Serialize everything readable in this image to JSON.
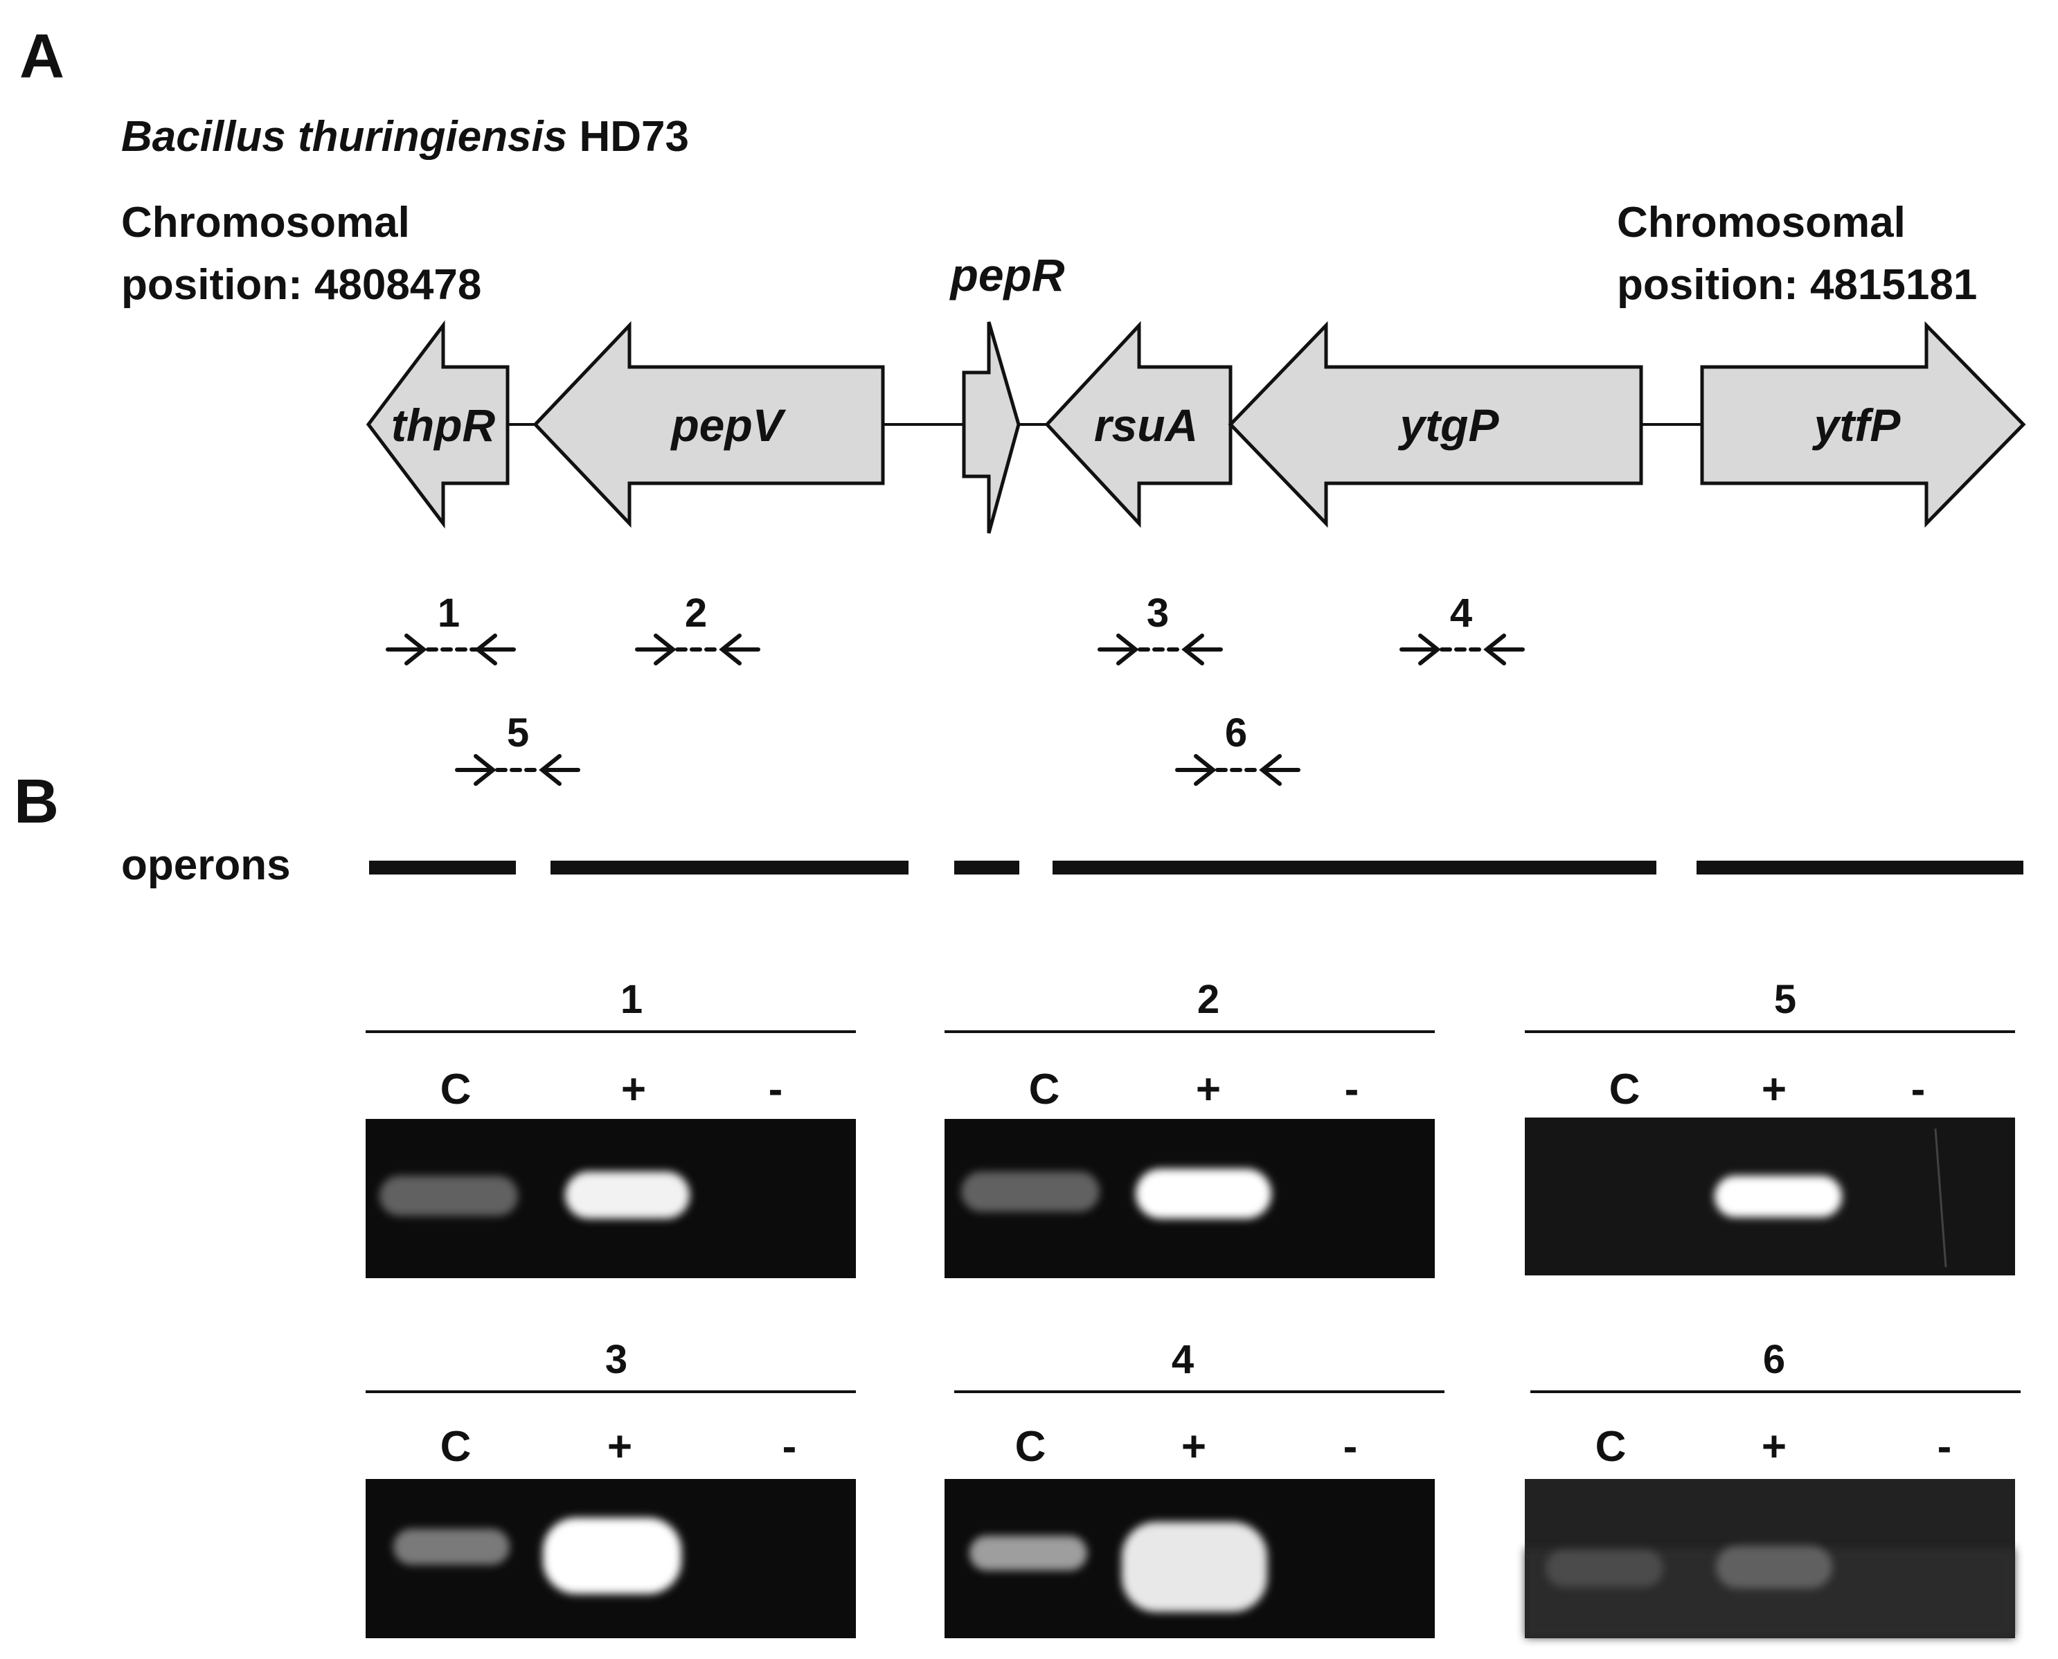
{
  "panel_a_label": "A",
  "panel_b_label": "B",
  "organism": {
    "genus_species": "Bacillus thuringiensis",
    "strain": "HD73"
  },
  "left_position": {
    "line1": "Chromosomal",
    "line2": "position: 4808478"
  },
  "right_position": {
    "line1": "Chromosomal",
    "line2": "position: 4815181"
  },
  "genes": [
    {
      "name": "thpR",
      "strand": "-"
    },
    {
      "name": "pepV",
      "strand": "-"
    },
    {
      "name": "pepR",
      "strand": "+"
    },
    {
      "name": "rsuA",
      "strand": "-"
    },
    {
      "name": "ytgP",
      "strand": "-"
    },
    {
      "name": "ytfP",
      "strand": "+"
    }
  ],
  "primer_pairs": [
    "1",
    "2",
    "3",
    "4",
    "5",
    "6"
  ],
  "operons_label": "operons",
  "gels": [
    {
      "label": "1",
      "lanes": [
        "C",
        "+",
        "-"
      ],
      "band_intensity": [
        0.35,
        0.95,
        0
      ]
    },
    {
      "label": "2",
      "lanes": [
        "C",
        "+",
        "-"
      ],
      "band_intensity": [
        0.35,
        1.0,
        0
      ]
    },
    {
      "label": "5",
      "lanes": [
        "C",
        "+",
        "-"
      ],
      "band_intensity": [
        0,
        1.0,
        0
      ]
    },
    {
      "label": "3",
      "lanes": [
        "C",
        "+",
        "-"
      ],
      "band_intensity": [
        0.45,
        1.0,
        0
      ]
    },
    {
      "label": "4",
      "lanes": [
        "C",
        "+",
        "-"
      ],
      "band_intensity": [
        0.55,
        1.0,
        0
      ]
    },
    {
      "label": "6",
      "lanes": [
        "C",
        "+",
        "-"
      ],
      "band_intensity": [
        0.15,
        0.25,
        0
      ]
    }
  ]
}
